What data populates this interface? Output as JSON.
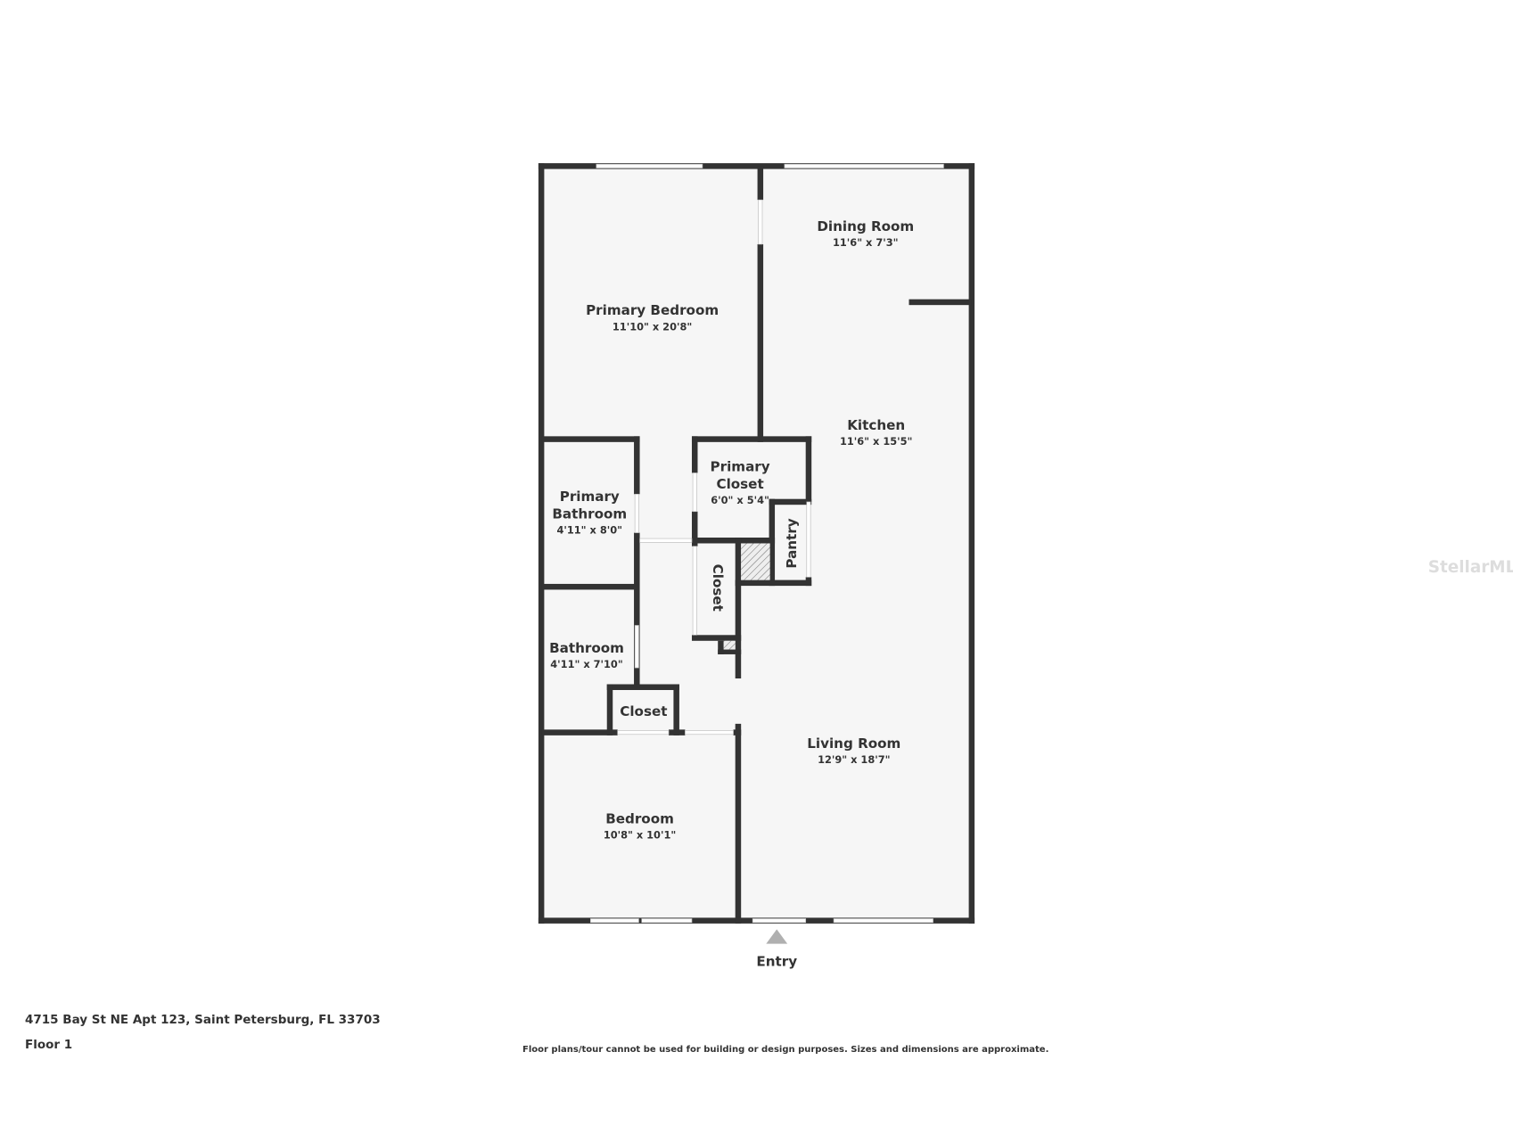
{
  "rooms": {
    "dining": {
      "name": "Dining Room",
      "dims": "11'6\" x 7'3\""
    },
    "primary_bedroom": {
      "name": "Primary Bedroom",
      "dims": "11'10\" x 20'8\""
    },
    "kitchen": {
      "name": "Kitchen",
      "dims": "11'6\" x 15'5\""
    },
    "primary_closet": {
      "name_line1": "Primary",
      "name_line2": "Closet",
      "dims": "6'0\" x 5'4\""
    },
    "primary_bathroom": {
      "name_line1": "Primary",
      "name_line2": "Bathroom",
      "dims": "4'11\" x 8'0\""
    },
    "pantry": {
      "name": "Pantry"
    },
    "hall_closet": {
      "name": "Closet"
    },
    "bathroom": {
      "name": "Bathroom",
      "dims": "4'11\" x 7'10\""
    },
    "small_closet": {
      "name": "Closet"
    },
    "living": {
      "name": "Living Room",
      "dims": "12'9\" x 18'7\""
    },
    "bedroom": {
      "name": "Bedroom",
      "dims": "10'8\" x 10'1\""
    }
  },
  "entry_label": "Entry",
  "watermark": "StellarMLS",
  "footer": {
    "address": "4715 Bay St NE Apt 123, Saint Petersburg, FL 33703",
    "floor": "Floor 1",
    "disclaimer": "Floor plans/tour cannot be used for building or design purposes. Sizes and dimensions are approximate."
  },
  "colors": {
    "wall": "#333333",
    "floor": "#f6f6f6",
    "entry_arrow": "#b0b0b0"
  }
}
